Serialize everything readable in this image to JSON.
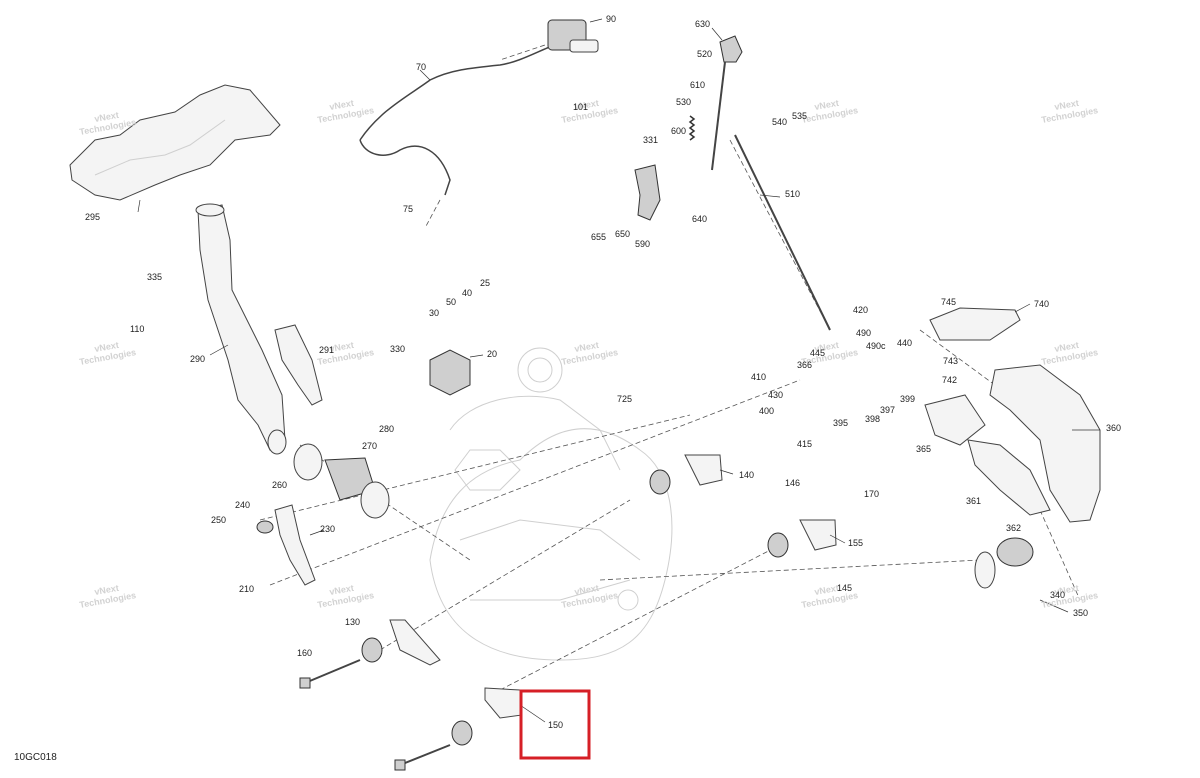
{
  "drawing": {
    "reference_code": "10GC018",
    "watermark_line1": "vNext",
    "watermark_line2": "Technologies",
    "highlight_color": "#d61f26",
    "highlighted_callout": "150"
  },
  "callouts": [
    "90",
    "70",
    "101",
    "75",
    "295",
    "335",
    "110",
    "290",
    "291",
    "330",
    "30",
    "40",
    "50",
    "25",
    "20",
    "630",
    "520",
    "610",
    "530",
    "331",
    "600",
    "590",
    "650",
    "655",
    "640",
    "540",
    "535",
    "510",
    "420",
    "490",
    "490c",
    "445",
    "366",
    "440",
    "410",
    "430",
    "400",
    "415",
    "395",
    "398",
    "397",
    "399",
    "745",
    "740",
    "743",
    "742",
    "360",
    "365",
    "361",
    "362",
    "340",
    "350",
    "725",
    "280",
    "270",
    "260",
    "240",
    "250",
    "230",
    "210",
    "160",
    "130",
    "150",
    "140",
    "146",
    "170",
    "155",
    "145"
  ]
}
